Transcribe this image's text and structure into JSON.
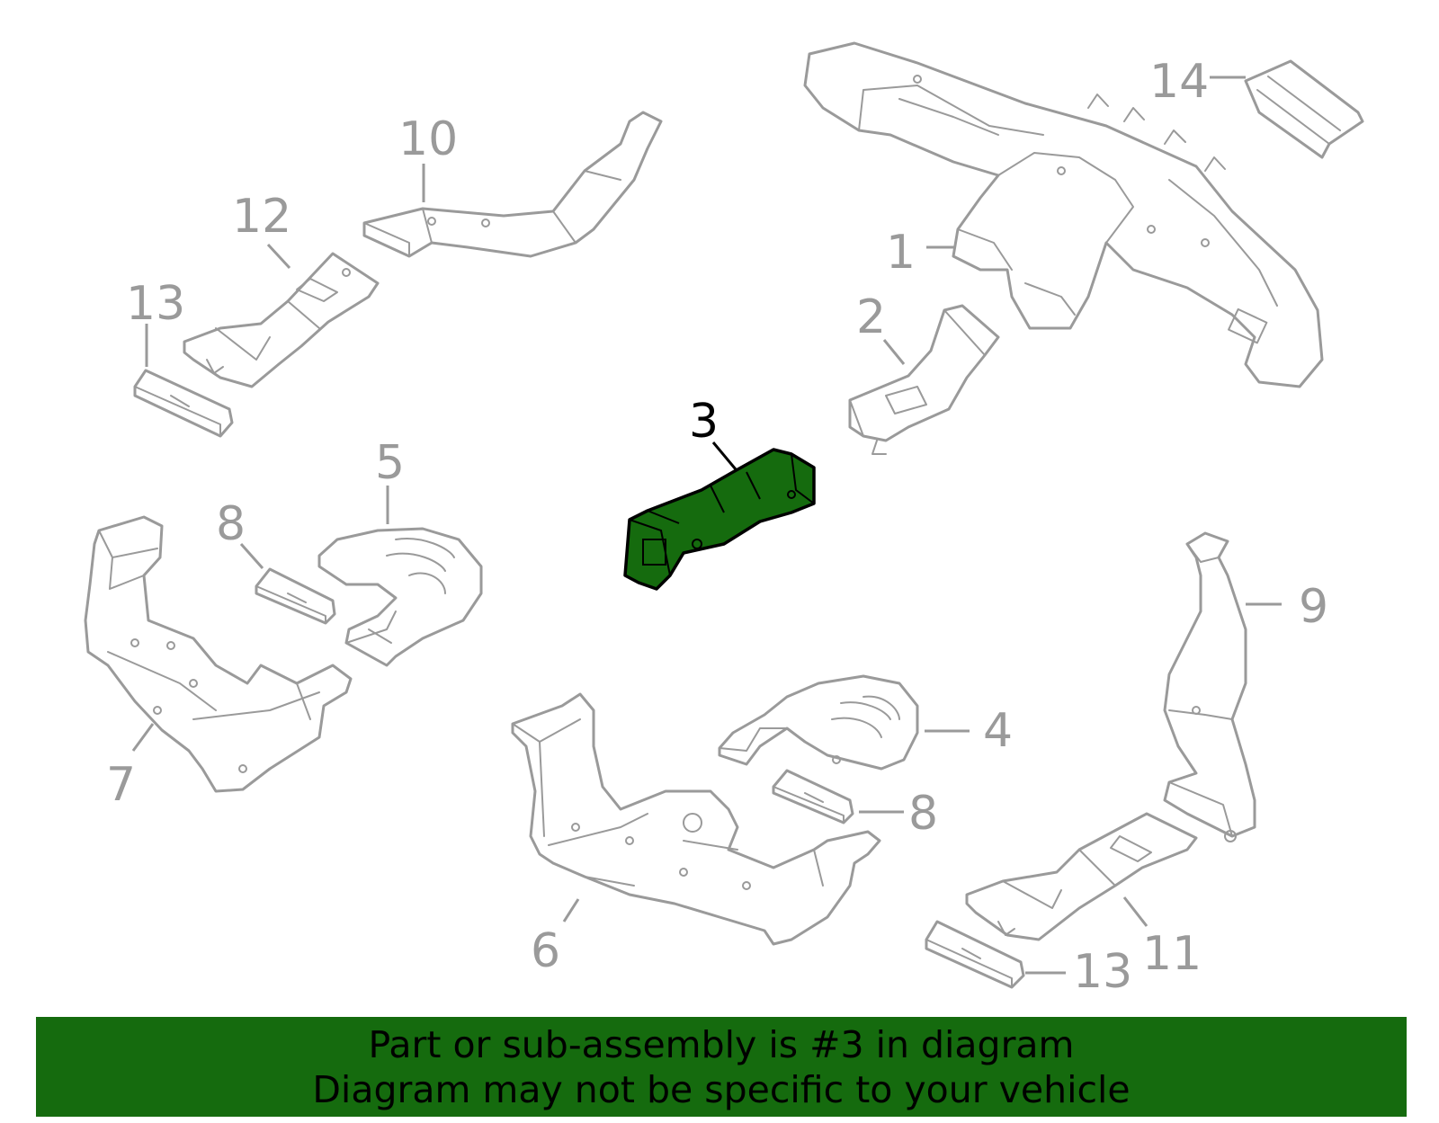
{
  "diagram": {
    "callouts": {
      "c1": "1",
      "c2": "2",
      "c3": "3",
      "c4": "4",
      "c5": "5",
      "c6": "6",
      "c7": "7",
      "c8a": "8",
      "c8b": "8",
      "c9": "9",
      "c10": "10",
      "c11": "11",
      "c12": "12",
      "c13a": "13",
      "c13b": "13",
      "c14": "14"
    },
    "highlighted_part": "3",
    "highlight_color": "#156b0e",
    "line_color": "#9a9a9a"
  },
  "banner": {
    "line1": "Part or sub-assembly is #3 in diagram",
    "line2": "Diagram may not be specific to your vehicle",
    "background": "#156b0e"
  }
}
